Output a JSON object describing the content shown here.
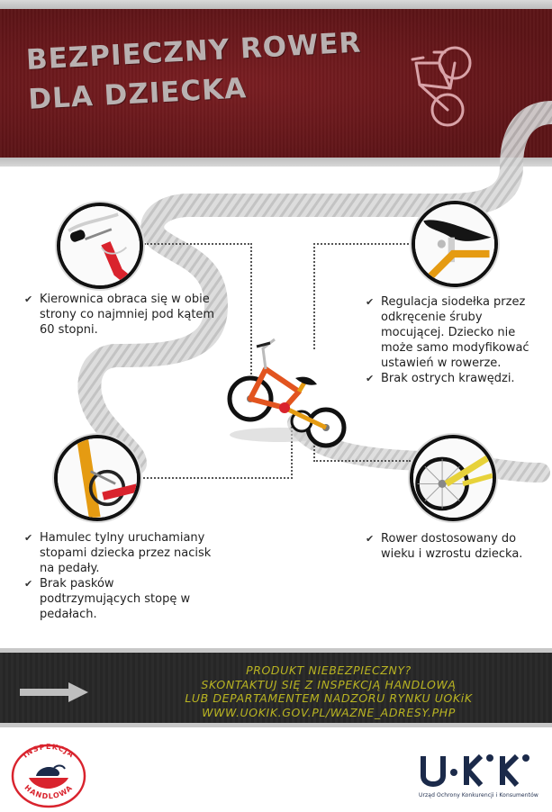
{
  "header": {
    "title_line1": "BEZPIECZNY ROWER",
    "title_line2": "DLA DZIECKA"
  },
  "features": {
    "top_left": [
      "Kierownica obraca się w obie strony co najmniej pod kątem 60 stopni."
    ],
    "top_right": [
      "Regulacja siodełka przez odkręcenie śruby mocującej. Dziecko nie może samo modyfikować ustawień w rowerze.",
      "Brak ostrych krawędzi."
    ],
    "bottom_left": [
      "Hamulec tylny uruchamiany stopami dziecka przez nacisk na pedały.",
      "Brak pasków podtrzymujących stopę w pedałach."
    ],
    "bottom_right": [
      "Rower dostosowany do wieku i wzrostu dziecka."
    ]
  },
  "check_glyph": "✔",
  "cta": {
    "line1": "PRODUKT NIEBEZPIECZNY?",
    "line2": "SKONTAKTUJ SIĘ Z INSPEKCJĄ HANDLOWĄ",
    "line3": "LUB DEPARTAMENTEM NADZORU RYNKU UOKiK",
    "line4": "WWW.UOKIK.GOV.PL/WAZNE_ADRESY.PHP"
  },
  "logos": {
    "ih_top": "INSPEKCJA",
    "ih_bottom": "HANDLOWA",
    "uokik_mark": "U·K·K",
    "uokik_caption": "Urząd Ochrony Konkurencji i Konsumentów"
  },
  "colors": {
    "banner": "#5e1417",
    "cta_text": "#b9b422",
    "uokik_navy": "#1b2a4a",
    "ih_red": "#d9232d"
  }
}
